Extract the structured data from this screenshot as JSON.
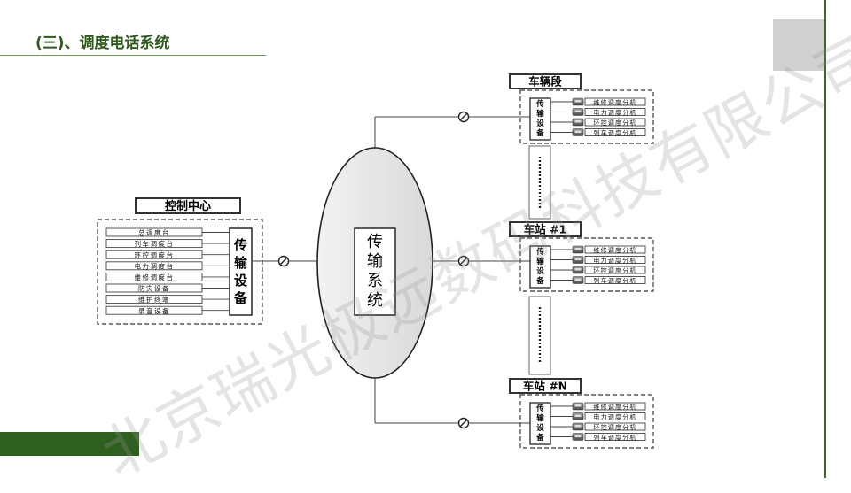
{
  "title": "(三)、调度电话系统",
  "watermark": "北京瑞光极远数码科技有限公司",
  "control_center": {
    "label": "控制中心",
    "items": [
      "总调度台",
      "列车调度台",
      "环控调度台",
      "电力调度台",
      "维修调度台",
      "防灾设备",
      "维护终端",
      "录音设备"
    ],
    "transport_label": [
      "传",
      "输",
      "设",
      "备"
    ]
  },
  "transport_system": [
    "传",
    "输",
    "系",
    "统"
  ],
  "stations": [
    {
      "label": "车辆段",
      "transport_label": [
        "传",
        "输",
        "设",
        "备"
      ],
      "items": [
        "维修调度分机",
        "电力调度分机",
        "环控调度分机",
        "列车调度分机"
      ]
    },
    {
      "label": "车站 #1",
      "transport_label": [
        "传",
        "输",
        "设",
        "备"
      ],
      "items": [
        "维修调度分机",
        "电力调度分机",
        "环控调度分机",
        "列车调度分机"
      ]
    },
    {
      "label": "车站 #N",
      "transport_label": [
        "传",
        "输",
        "设",
        "备"
      ],
      "items": [
        "维修调度分机",
        "电力调度分机",
        "环控调度分机",
        "列车调度分机"
      ]
    }
  ],
  "colors": {
    "title": "#2e5a1c",
    "accent": "#2f5f1e",
    "line": "#333333"
  }
}
